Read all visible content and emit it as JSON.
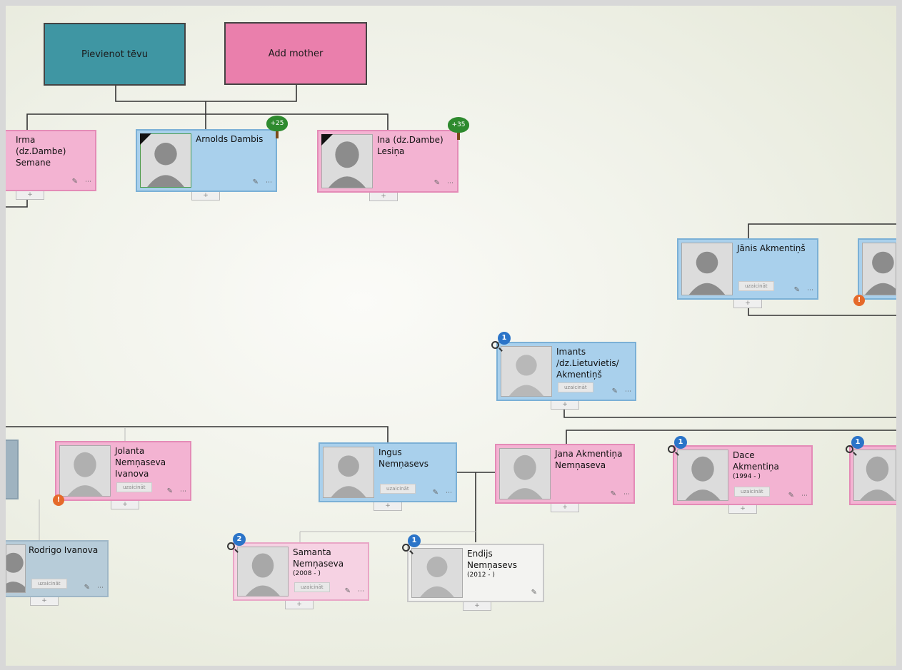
{
  "add_father_label": "Pievienot tēvu",
  "add_mother_label": "Add mother",
  "status_label": "uzaicināt",
  "plus": "+",
  "edit_glyph": "✎",
  "link_glyph": "⋯",
  "people": {
    "irma": {
      "name": "Irma\n(dz.Dambe)\nSemane"
    },
    "arnolds": {
      "name": "Arnolds Dambis",
      "tree_count": "+25"
    },
    "ina": {
      "name": "Ina (dz.Dambe)\nLesiņa",
      "tree_count": "+35"
    },
    "janis": {
      "name": "Jānis Akmentiņš"
    },
    "imants": {
      "name": "Imants\n/dz.Lietuvietis/\nAkmentiņš",
      "hints": "1"
    },
    "jolanta": {
      "name": "Jolanta\nNemņaseva\nIvanova",
      "alert": "!"
    },
    "ingus": {
      "name": "Ingus\nNemņasevs"
    },
    "jana": {
      "name": "Jana Akmentiņa\nNemņaseva"
    },
    "dace": {
      "name": "Dace\nAkmentiņa",
      "dates": "(1994 - )",
      "hints": "1"
    },
    "rodrigo": {
      "name": "Rodrigo Ivanova"
    },
    "samanta": {
      "name": "Samanta\nNemņaseva",
      "dates": "(2008 - )",
      "hints": "2"
    },
    "endijs": {
      "name": "Endijs\nNemņasevs",
      "dates": "(2012 - )",
      "hints": "1"
    },
    "offscreen_right_mid": {
      "hints": "1"
    },
    "offscreen_right_top": {
      "alert": "!"
    }
  },
  "colors": {
    "male": "#a9d0ec",
    "female": "#f3b3d2",
    "add_father": "#3f96a3",
    "add_mother": "#ea7fac",
    "hint": "#2b74c8",
    "alert": "#e56a2a",
    "tree": "#2e8a2e"
  },
  "icons": [
    "search-icon",
    "tree-icon",
    "pencil-icon",
    "link-icon",
    "silhouette-icon",
    "plus-icon",
    "alert-icon"
  ]
}
